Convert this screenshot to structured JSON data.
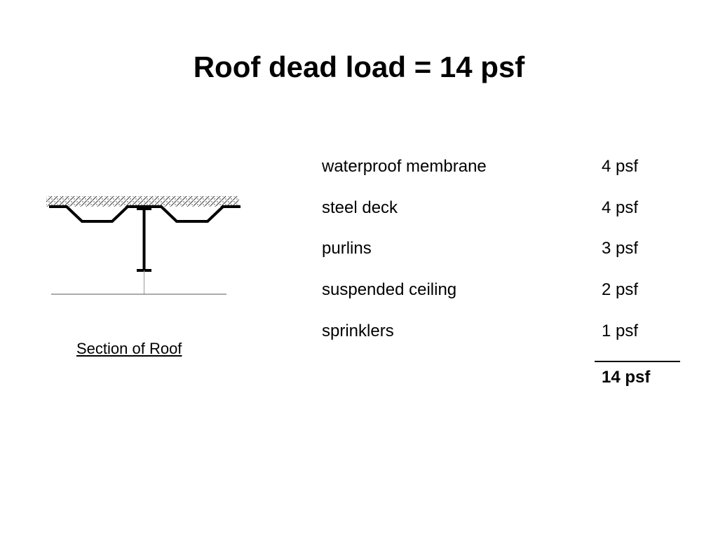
{
  "slide": {
    "title": "Roof dead load = 14 psf"
  },
  "diagram": {
    "caption": "Section of Roof"
  },
  "loads": {
    "items": [
      {
        "name": "waterproof membrane",
        "value": "4 psf"
      },
      {
        "name": "steel deck",
        "value": "4 psf"
      },
      {
        "name": "purlins",
        "value": "3 psf"
      },
      {
        "name": "suspended ceiling",
        "value": "2 psf"
      },
      {
        "name": "sprinklers",
        "value": "1 psf"
      }
    ],
    "total": "14 psf"
  }
}
